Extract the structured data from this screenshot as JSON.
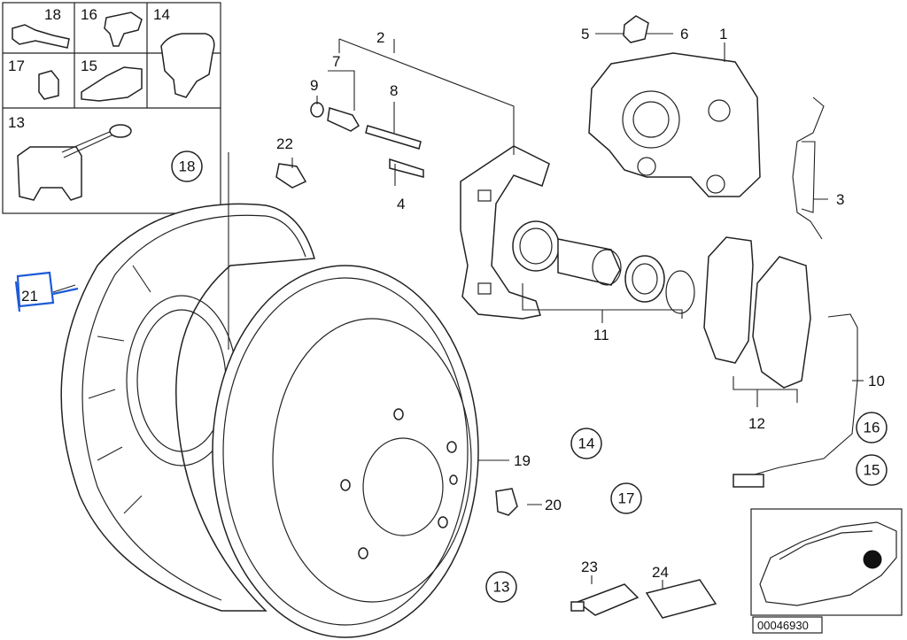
{
  "diagram": {
    "inset_labels": [
      "18",
      "16",
      "14",
      "17",
      "15",
      "13"
    ],
    "part_labels": {
      "p1": "1",
      "p2": "2",
      "p3": "3",
      "p4": "4",
      "p5": "5",
      "p6": "6",
      "p7": "7",
      "p8": "8",
      "p9": "9",
      "p10": "10",
      "p11": "11",
      "p12": "12",
      "p19": "19",
      "p20": "20",
      "p21": "21",
      "p22": "22",
      "p23": "23",
      "p24": "24"
    },
    "circled_refs": {
      "c18": "18",
      "c14": "14",
      "c17": "17",
      "c16": "16",
      "c15": "15",
      "c13": "13"
    },
    "car_code": "00046930"
  }
}
